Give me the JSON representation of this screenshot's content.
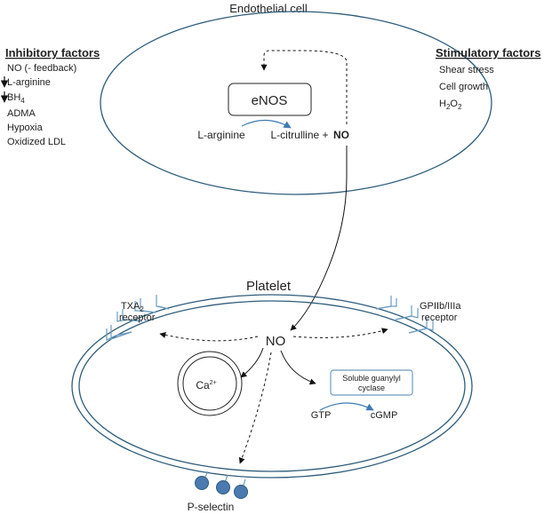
{
  "endothelial": {
    "title": "Endothelial cell",
    "enzyme": "eNOS",
    "substrate": "L-arginine",
    "product": "L-citrulline +",
    "product_no": "NO"
  },
  "inhibitory": {
    "heading": "Inhibitory factors",
    "items": [
      "NO (- feedback)",
      "L-arginine",
      "BH",
      "ADMA",
      "Hypoxia",
      "Oxidized LDL"
    ],
    "bh_subscript": "4"
  },
  "stimulatory": {
    "heading": "Stimulatory factors",
    "items": [
      "Shear stress",
      "Cell growth",
      "H",
      "O"
    ],
    "h2o2_subscript_1": "2",
    "h2o2_subscript_2": "2"
  },
  "platelet": {
    "title": "Platelet",
    "no_label": "NO",
    "calcium": "Ca",
    "calcium_superscript": "2+",
    "sgc_line1": "Soluble guanylyl",
    "sgc_line2": "cyclase",
    "gtp": "GTP",
    "cgmp": "cGMP",
    "txa2_line1": "TXA",
    "txa2_subscript": "2",
    "txa2_line2": "receptor",
    "gp_line1": "GPIIb/IIIa",
    "gp_line2": "receptor",
    "pselectin": "P-selectin"
  },
  "colors": {
    "membrane": "#2e5c7a",
    "receptor": "#6a9cc0",
    "selectin_fill": "#4a7ab0",
    "arrow_blue": "#3d7ab5"
  }
}
